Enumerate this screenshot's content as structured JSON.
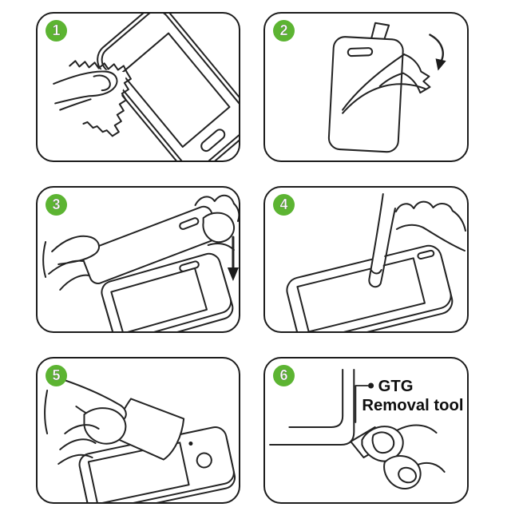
{
  "colors": {
    "background": "#ffffff",
    "panel_border": "#1c1c1c",
    "line_art": "#232323",
    "step_badge_green": "#5cb432",
    "badge_number_text": "#ffffff"
  },
  "panels": [
    {
      "number": "1",
      "description": "clean screen with cloth"
    },
    {
      "number": "2",
      "description": "peel backing film off protector"
    },
    {
      "number": "3",
      "description": "align protector over phone"
    },
    {
      "number": "4",
      "description": "press center of screen with finger"
    },
    {
      "number": "5",
      "description": "smooth out with card"
    },
    {
      "number": "6",
      "description": "use removal tool on corner",
      "annotation": {
        "line1": "GTG",
        "line2": "Removal tool"
      }
    }
  ]
}
